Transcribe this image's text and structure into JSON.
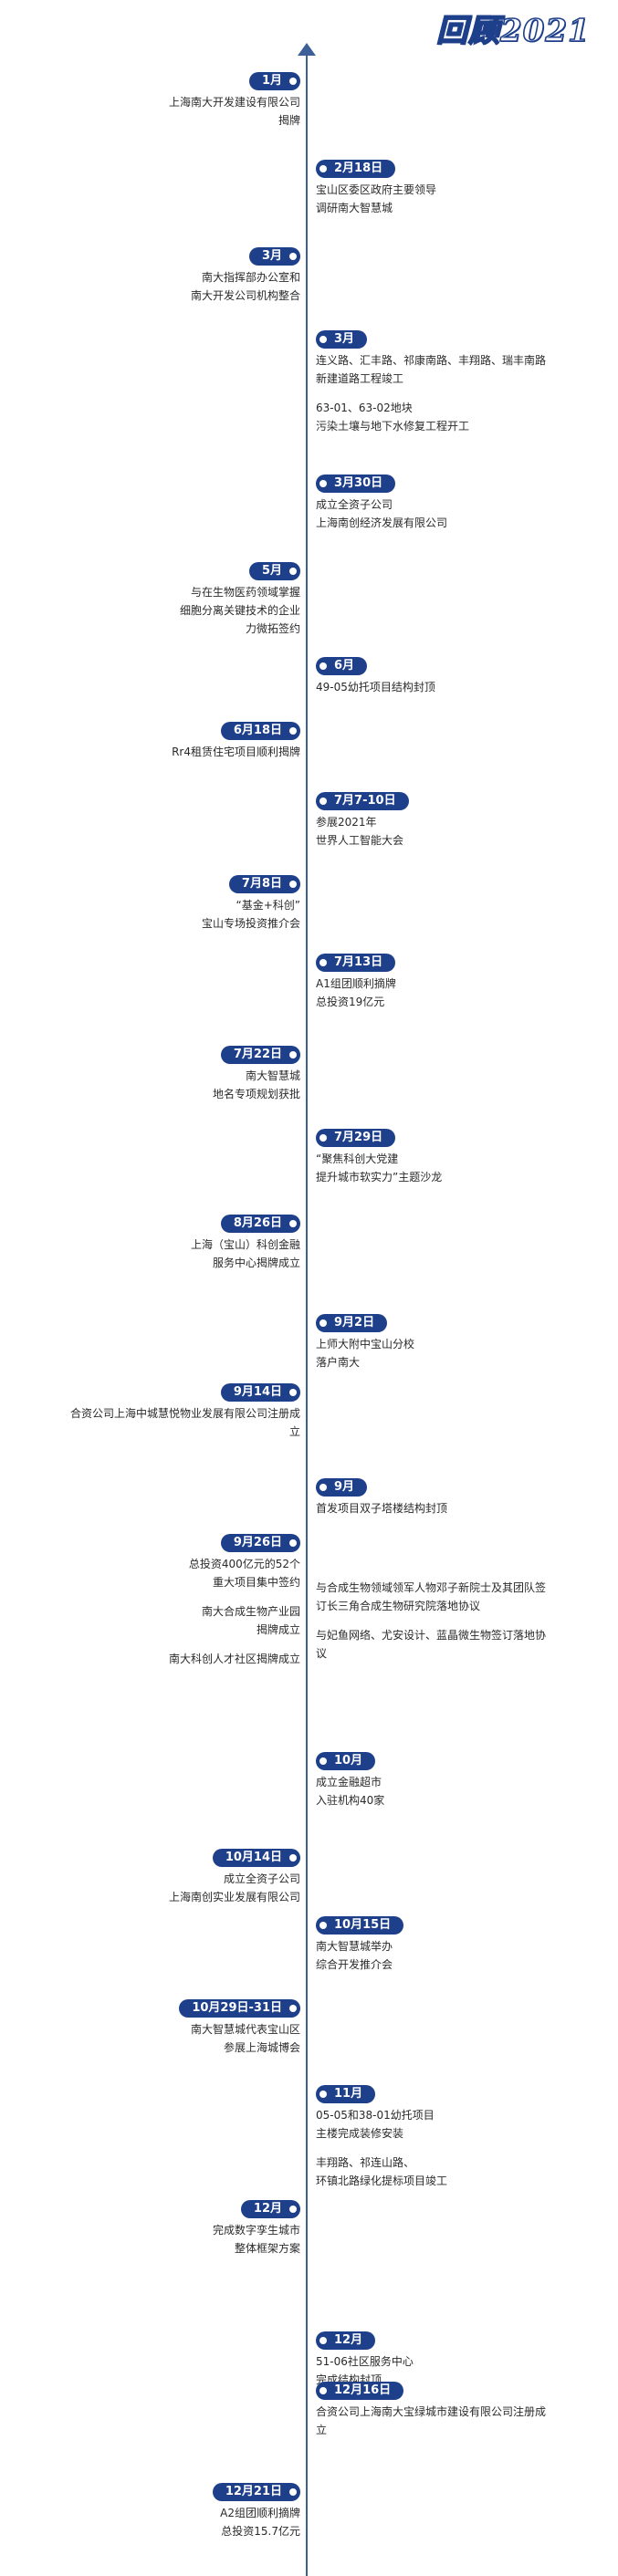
{
  "title": "回顾2021",
  "events": [
    {
      "side": "left",
      "date": "1月",
      "lines": [
        "上海南大开发建设有限公司",
        "揭牌"
      ]
    },
    {
      "side": "right",
      "date": "2月18日",
      "lines": [
        "宝山区委区政府主要领导",
        "调研南大智慧城"
      ]
    },
    {
      "side": "left",
      "date": "3月",
      "lines": [
        "南大指挥部办公室和",
        "南大开发公司机构整合"
      ]
    },
    {
      "side": "right",
      "date": "3月",
      "lines": [
        "连义路、汇丰路、祁康南路、丰翔路、瑞丰南路",
        "新建道路工程竣工",
        "",
        "63-01、63-02地块",
        "污染土壤与地下水修复工程开工"
      ]
    },
    {
      "side": "right",
      "date": "3月30日",
      "lines": [
        "成立全资子公司",
        "上海南创经济发展有限公司"
      ]
    },
    {
      "side": "left",
      "date": "5月",
      "lines": [
        "与在生物医药领域掌握",
        "细胞分离关键技术的企业",
        "力微拓签约"
      ]
    },
    {
      "side": "right",
      "date": "6月",
      "lines": [
        "49-05幼托项目结构封顶"
      ]
    },
    {
      "side": "left",
      "date": "6月18日",
      "lines": [
        "Rr4租赁住宅项目顺利揭牌"
      ]
    },
    {
      "side": "right",
      "date": "7月7-10日",
      "lines": [
        "参展2021年",
        "世界人工智能大会"
      ]
    },
    {
      "side": "left",
      "date": "7月8日",
      "lines": [
        "“基金+科创”",
        "宝山专场投资推介会"
      ]
    },
    {
      "side": "right",
      "date": "7月13日",
      "lines": [
        "A1组团顺利摘牌",
        "总投资19亿元"
      ]
    },
    {
      "side": "left",
      "date": "7月22日",
      "lines": [
        "南大智慧城",
        "地名专项规划获批"
      ]
    },
    {
      "side": "right",
      "date": "7月29日",
      "lines": [
        "“聚焦科创大党建",
        "提升城市软实力”主题沙龙"
      ]
    },
    {
      "side": "left",
      "date": "8月26日",
      "lines": [
        "上海（宝山）科创金融",
        "服务中心揭牌成立"
      ]
    },
    {
      "side": "right",
      "date": "9月2日",
      "lines": [
        "上师大附中宝山分校",
        "落户南大"
      ]
    },
    {
      "side": "left",
      "date": "9月14日",
      "lines": [
        "合资公司上海中城慧悦物业发展有限公司注册成",
        "立"
      ]
    },
    {
      "side": "right",
      "date": "9月",
      "lines": [
        "首发项目双子塔楼结构封顶"
      ]
    },
    {
      "side": "left",
      "date": "9月26日",
      "lines": [
        "总投资400亿元的52个",
        "重大项目集中签约",
        "",
        "南大合成生物产业园",
        "揭牌成立",
        "",
        "南大科创人才社区揭牌成立"
      ]
    },
    {
      "side": "right",
      "date": "",
      "lines": [
        "与合成生物领域领军人物邓子新院士及其团队签",
        "订长三角合成生物研究院落地协议",
        "",
        "与妃鱼网络、尤安设计、蓝晶微生物签订落地协",
        "议"
      ]
    },
    {
      "side": "right",
      "date": "10月",
      "lines": [
        "成立金融超市",
        "入驻机构40家"
      ]
    },
    {
      "side": "left",
      "date": "10月14日",
      "lines": [
        "成立全资子公司",
        "上海南创实业发展有限公司"
      ]
    },
    {
      "side": "right",
      "date": "10月15日",
      "lines": [
        "南大智慧城举办",
        "综合开发推介会"
      ]
    },
    {
      "side": "left",
      "date": "10月29日-31日",
      "lines": [
        "南大智慧城代表宝山区",
        "参展上海城博会"
      ]
    },
    {
      "side": "right",
      "date": "11月",
      "lines": [
        "05-05和38-01幼托项目",
        "主楼完成装修安装",
        "",
        "丰翔路、祁连山路、",
        "环镇北路绿化提标项目竣工"
      ]
    },
    {
      "side": "left",
      "date": "12月",
      "lines": [
        "完成数字孪生城市",
        "整体框架方案"
      ]
    },
    {
      "side": "right",
      "date": "12月",
      "lines": [
        "51-06社区服务中心",
        "完成结构封顶"
      ]
    },
    {
      "side": "right",
      "date": "12月16日",
      "lines": [
        "合资公司上海南大宝绿城市建设有限公司注册成",
        "立"
      ]
    },
    {
      "side": "left",
      "date": "12月21日",
      "lines": [
        "A2组团顺利摘牌",
        "总投资15.7亿元"
      ]
    }
  ]
}
